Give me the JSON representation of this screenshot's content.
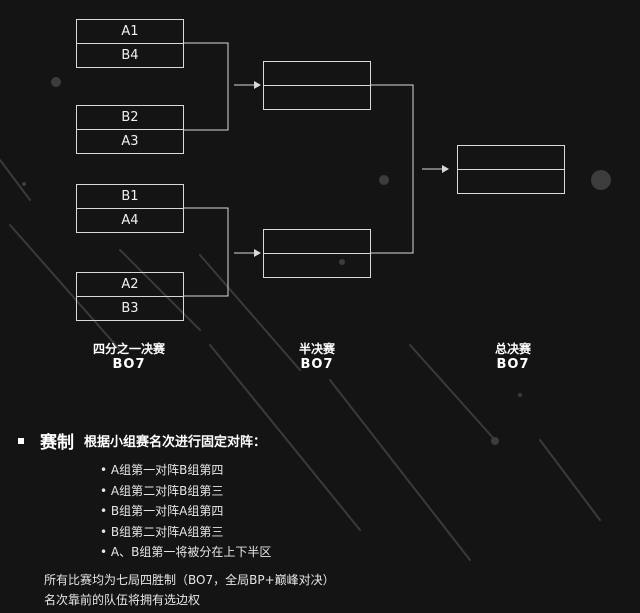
{
  "bracket": {
    "quarterfinal": [
      {
        "top": "A1",
        "bottom": "B4"
      },
      {
        "top": "B2",
        "bottom": "A3"
      },
      {
        "top": "B1",
        "bottom": "A4"
      },
      {
        "top": "A2",
        "bottom": "B3"
      }
    ],
    "semifinal": [
      {
        "top": "",
        "bottom": ""
      },
      {
        "top": "",
        "bottom": ""
      }
    ],
    "final": {
      "top": "",
      "bottom": ""
    }
  },
  "stages": [
    {
      "name": "四分之一决赛",
      "format": "BO7"
    },
    {
      "name": "半决赛",
      "format": "BO7"
    },
    {
      "name": "总决赛",
      "format": "BO7"
    }
  ],
  "rules": {
    "title": "赛制",
    "subtitle": "根据小组赛名次进行固定对阵：",
    "items": [
      "A组第一对阵B组第四",
      "A组第二对阵B组第三",
      "B组第一对阵A组第四",
      "B组第二对阵A组第三",
      "A、B组第一将被分在上下半区"
    ],
    "note1": "所有比赛均为七局四胜制（BO7，全局BP+巅峰对决）",
    "note2": "名次靠前的队伍将拥有选边权"
  }
}
